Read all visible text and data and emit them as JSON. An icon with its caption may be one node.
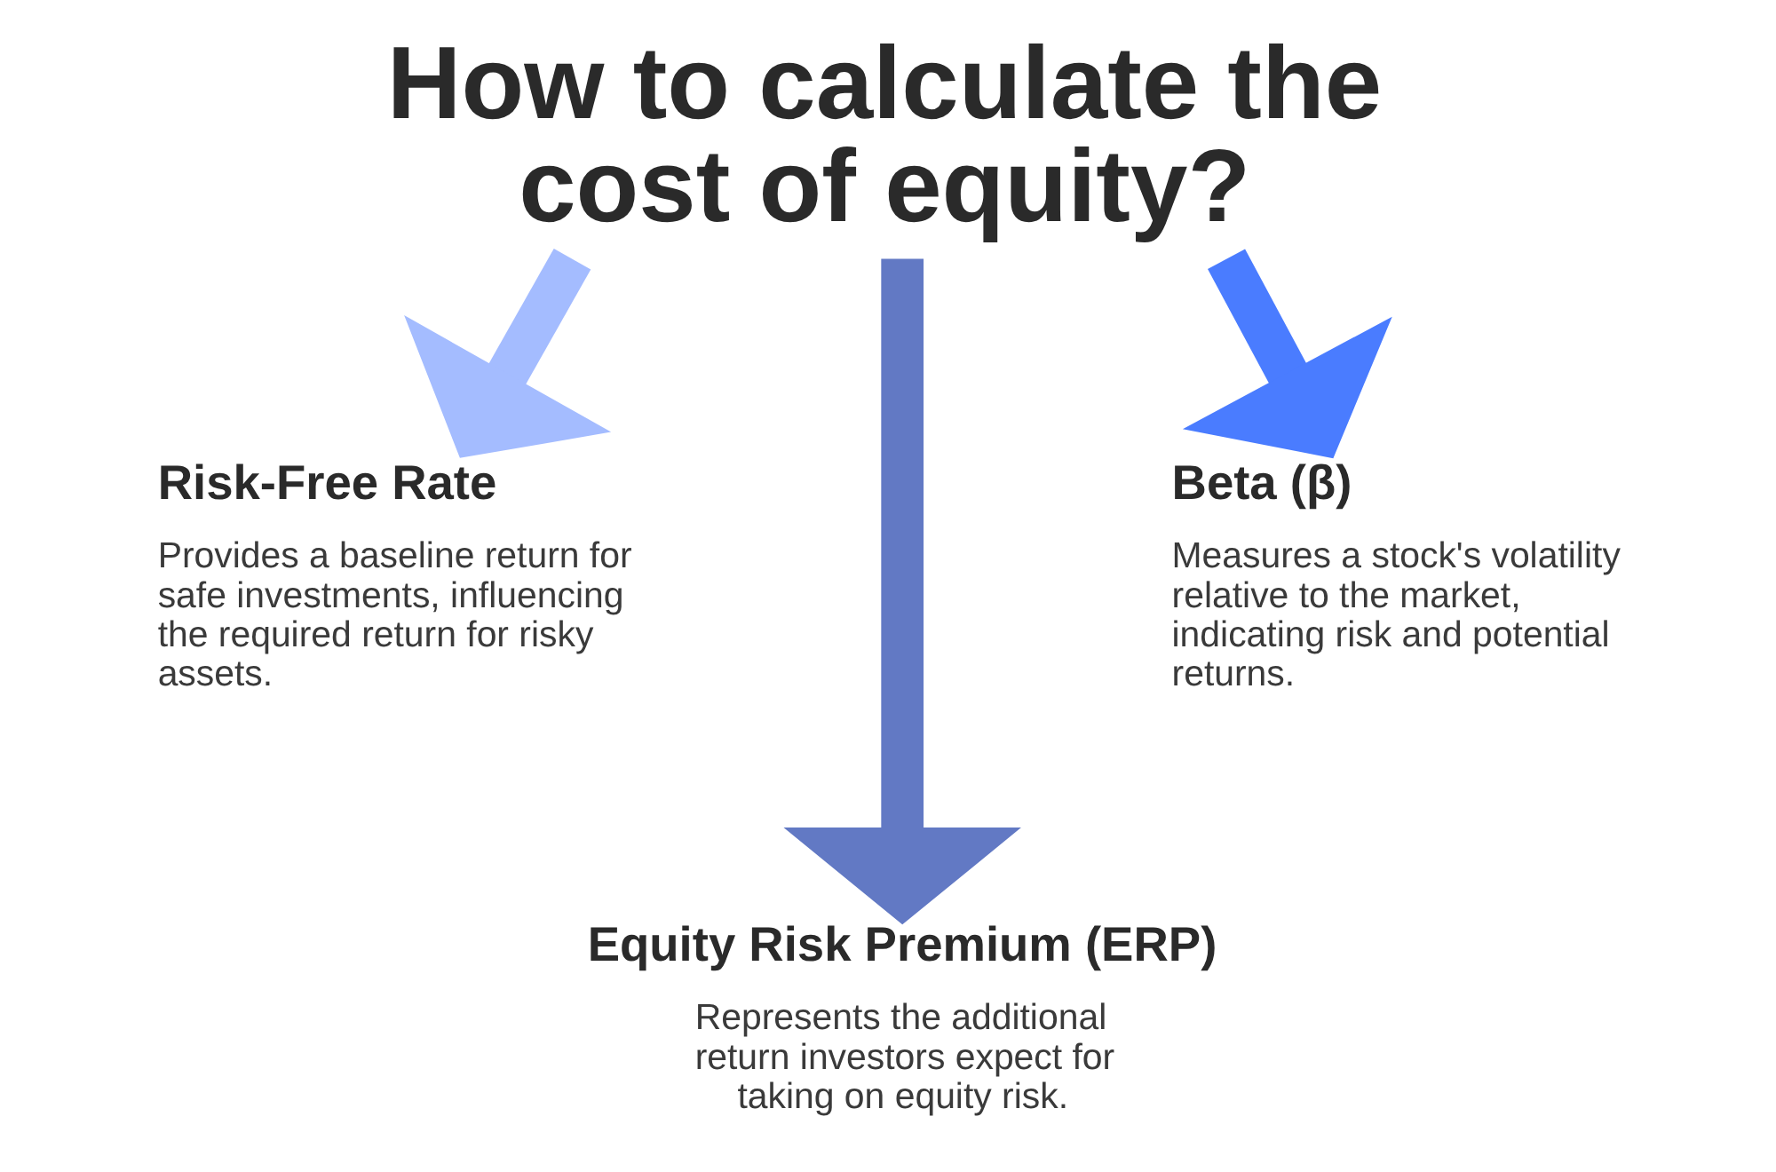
{
  "diagram": {
    "title": "How to calculate the cost of equity?",
    "nodes": [
      {
        "text": [
          "Risk-Free Rate",
          "Provides a baseline return for safe investments, influencing the required return for risky assets."
        ]
      },
      {
        "text": [
          "Beta (β)",
          "Measures a stock's volatility relative to the market, indicating risk and potential returns."
        ]
      },
      {
        "text": [
          "Equity Risk Premium (ERP)",
          "Represents the additional return investors expect for taking on equity risk."
        ]
      }
    ],
    "edges": [
      {
        "from": null,
        "to": 0,
        "arrow": "to",
        "color": "#a4bcff"
      },
      {
        "from": null,
        "to": 2,
        "arrow": "to",
        "color": "#6279c4"
      },
      {
        "from": null,
        "to": 1,
        "arrow": "to",
        "color": "#4a7cff"
      }
    ]
  }
}
